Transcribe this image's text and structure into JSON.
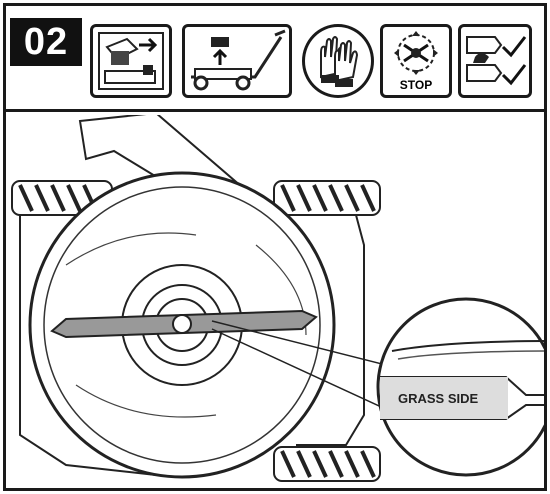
{
  "step": {
    "number": "02"
  },
  "icons": [
    {
      "name": "unplug-battery-icon"
    },
    {
      "name": "lift-mower-icon"
    },
    {
      "name": "gloves-icon"
    },
    {
      "name": "stop-blade-icon",
      "label": "STOP"
    },
    {
      "name": "check-hands-icon"
    }
  ],
  "illustration": {
    "callout_label": "GRASS SIDE"
  }
}
